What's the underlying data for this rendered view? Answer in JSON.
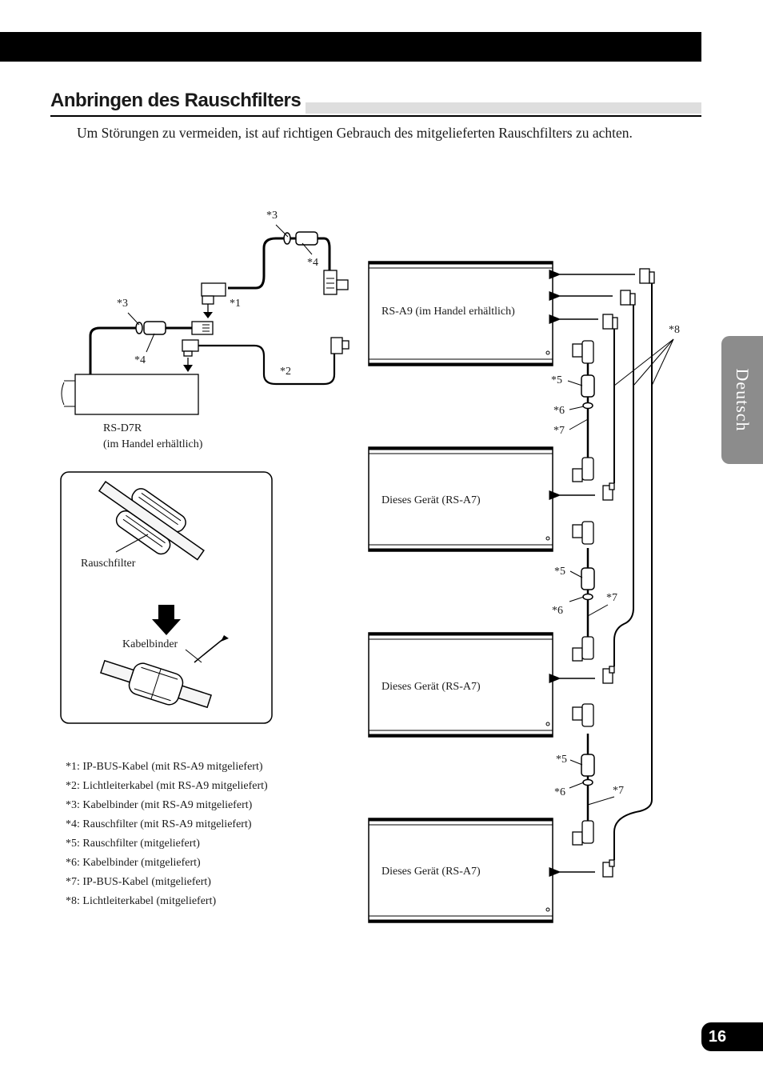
{
  "page": {
    "title": "Anbringen des Rauschfilters",
    "intro": "Um Störungen zu vermeiden, ist auf richtigen Gebrauch des mitgelieferten Rauschfilters zu achten.",
    "side_tab": "Deutsch",
    "page_number": "16"
  },
  "diagram": {
    "rs_a9": "RS-A9 (im Handel erhältlich)",
    "amp1": "Dieses Gerät (RS-A7)",
    "amp2": "Dieses Gerät (RS-A7)",
    "amp3": "Dieses Gerät (RS-A7)",
    "rs_d7r_line1": "RS-D7R",
    "rs_d7r_line2": "(im Handel erhältlich)",
    "rauschfilter": "Rauschfilter",
    "kabelbinder": "Kabelbinder",
    "markers": {
      "m1": "*1",
      "m2": "*2",
      "m3": "*3",
      "m4": "*4",
      "m5": "*5",
      "m6": "*6",
      "m7": "*7",
      "m8": "*8"
    }
  },
  "notes": [
    "*1: IP-BUS-Kabel (mit RS-A9 mitgeliefert)",
    "*2: Lichtleiterkabel (mit RS-A9 mitgeliefert)",
    "*3: Kabelbinder (mit RS-A9 mitgeliefert)",
    "*4: Rauschfilter (mit RS-A9 mitgeliefert)",
    "*5: Rauschfilter (mitgeliefert)",
    "*6: Kabelbinder (mitgeliefert)",
    "*7: IP-BUS-Kabel (mitgeliefert)",
    "*8: Lichtleiterkabel (mitgeliefert)"
  ]
}
